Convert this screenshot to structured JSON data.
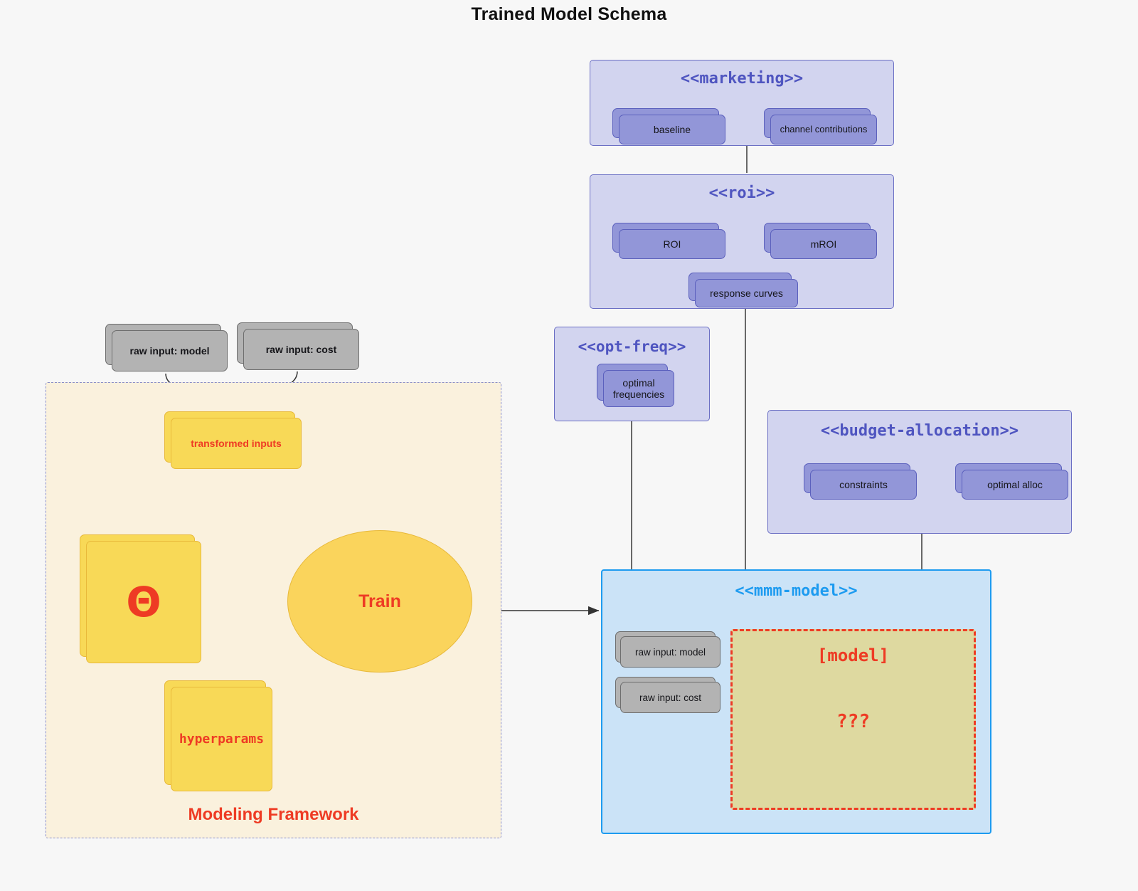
{
  "title": "Trained Model Schema",
  "colors": {
    "background": "#f7f7f7",
    "package_fill": "#d2d4ef",
    "package_border": "#6b6fc4",
    "package_title": "#4f55c0",
    "card_purple": "#9296d8",
    "card_gray": "#b3b3b3",
    "card_yellow": "#f8d957",
    "framework_fill": "#faf1dd",
    "framework_border": "#8a8ec9",
    "accent_red": "#ee3b24",
    "mmm_fill": "#cbe3f7",
    "mmm_border": "#1d9bf0",
    "model_box_fill": "#ded9a0"
  },
  "packages": {
    "marketing": {
      "title": "<<marketing>>",
      "cards": [
        {
          "label": "baseline"
        },
        {
          "label": "channel contributions"
        }
      ],
      "relation": "bidirectional"
    },
    "roi": {
      "title": "<<roi>>",
      "cards": [
        {
          "label": "ROI"
        },
        {
          "label": "mROI"
        },
        {
          "label": "response curves"
        }
      ],
      "relation": "bidirectional"
    },
    "opt_freq": {
      "title": "<<opt-freq>>",
      "cards": [
        {
          "label": "optimal\nfrequencies",
          "line1": "optimal",
          "line2": "frequencies"
        }
      ]
    },
    "budget_allocation": {
      "title": "<<budget-allocation>>",
      "cards": [
        {
          "label": "constraints"
        },
        {
          "label": "optimal alloc"
        }
      ],
      "relation": "bidirectional"
    },
    "mmm_model": {
      "title": "<<mmm-model>>",
      "inputs": [
        {
          "label": "raw input: model"
        },
        {
          "label": "raw input: cost"
        }
      ],
      "model_box": {
        "title": "[model]",
        "unknown": "???"
      }
    }
  },
  "framework": {
    "label": "Modeling Framework",
    "raw_inputs": [
      {
        "label": "raw input: model"
      },
      {
        "label": "raw input: cost"
      }
    ],
    "transformed": {
      "label": "transformed inputs"
    },
    "theta": {
      "label": "Θ"
    },
    "hyperparams": {
      "label": "hyperparams"
    },
    "train": {
      "label": "Train"
    }
  }
}
